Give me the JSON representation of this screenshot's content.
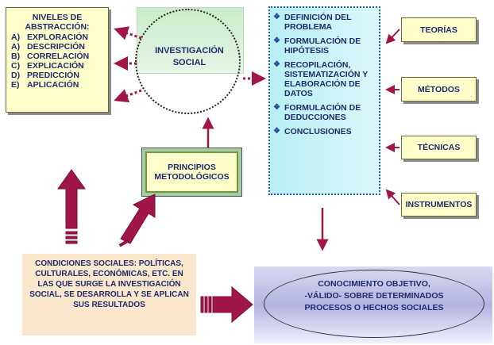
{
  "niveles": {
    "title": "NIVELES DE ABSTRACCIÓN:",
    "items": [
      {
        "key": "A)",
        "label": "EXPLORACIÓN"
      },
      {
        "key": "A)",
        "label": "DESCRIPCIÓN"
      },
      {
        "key": "B)",
        "label": "CORRELACIÓN"
      },
      {
        "key": "C)",
        "label": "EXPLICACIÓN"
      },
      {
        "key": "D)",
        "label": "PREDICCIÓN"
      },
      {
        "key": "E)",
        "label": "APLICACIÓN"
      }
    ]
  },
  "investigacion": {
    "line1": "INVESTIGACIÓN",
    "line2": "SOCIAL"
  },
  "principios": {
    "line1": "PRINCIPIOS",
    "line2": "METODOLÓGICOS"
  },
  "proceso": {
    "items": [
      "DEFINICIÓN DEL PROBLEMA",
      "FORMULACIÓN DE HIPÓTESIS",
      "RECOPILACIÓN, SISTEMATIZACIÓN Y ELABORACIÓN DE DATOS",
      "FORMULACIÓN DE DEDUCCIONES",
      "CONCLUSIONES"
    ]
  },
  "instrumental": {
    "teorias": "TEORÍAS",
    "metodos": "MÉTODOS",
    "tecnicas": "TÉCNICAS",
    "instrumentos": "INSTRUMENTOS"
  },
  "condiciones": {
    "text": "CONDICIONES SOCIALES: POLÍTICAS, CULTURALES, ECONÓMICAS, ETC. EN LAS QUE SURGE LA INVESTIGACIÓN SOCIAL, SE DESARROLLA Y SE APLICAN SUS RESULTADOS"
  },
  "conocimiento": {
    "line1": "CONOCIMIENTO OBJETIVO,",
    "line2": "-VÁLIDO- SOBRE DETERMINADOS",
    "line3": "PROCESOS O HECHOS SOCIALES"
  },
  "colors": {
    "arrow": "#a0154a",
    "text": "#1f2a6b",
    "proceso_bg": "#b9eef4",
    "note_bg": "#ffffcc"
  }
}
